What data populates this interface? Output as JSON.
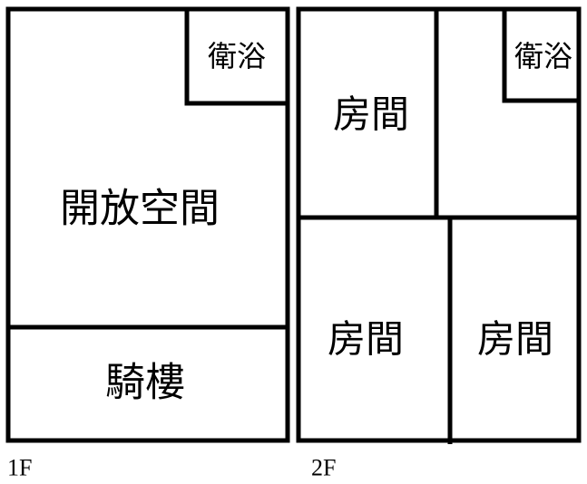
{
  "floors": [
    {
      "label": "1F",
      "rooms": [
        "衛浴",
        "開放空間",
        "騎樓"
      ]
    },
    {
      "label": "2F",
      "rooms": [
        "房間",
        "衛浴",
        "房間",
        "房間"
      ]
    }
  ]
}
